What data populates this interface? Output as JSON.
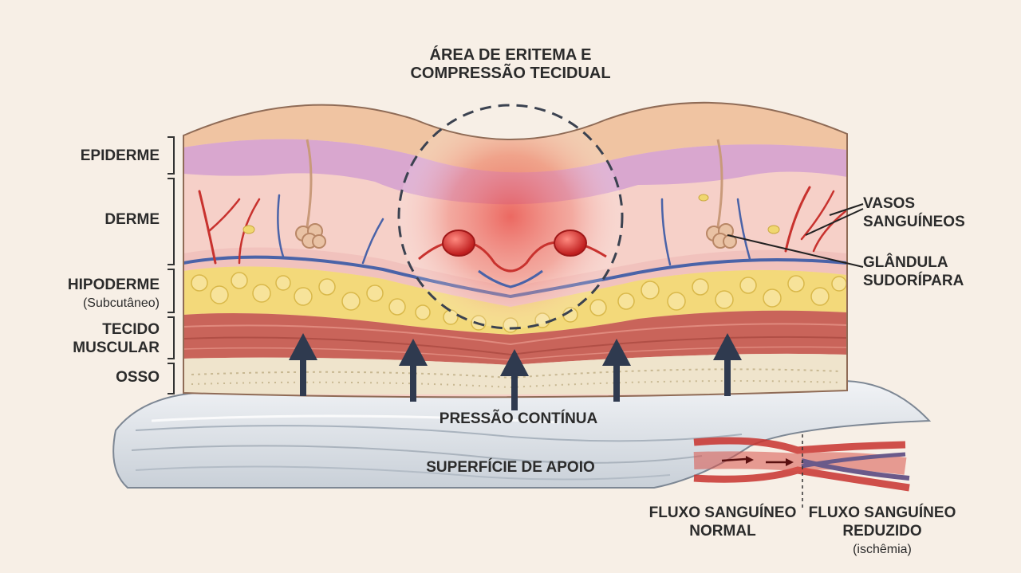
{
  "title": {
    "line1": "ÁREA DE ERITEMA E",
    "line2": "COMPRESSÃO TECIDUAL"
  },
  "layers": {
    "epiderme": "EPIDERME",
    "derme": "DERME",
    "hipoderme": "HIPODERME",
    "hipoderme_sub": "(Subcutâneo)",
    "muscular_1": "TECIDO",
    "muscular_2": "MUSCULAR",
    "osso": "OSSO"
  },
  "annotations": {
    "vasos_1": "VASOS",
    "vasos_2": "SANGUÍNEOS",
    "glandula_1": "GLÂNDULA",
    "glandula_2": "SUDORÍPARA",
    "pressao": "PRESSÃO CONTÍNUA",
    "superficie": "SUPERFÍCIE DE APOIO"
  },
  "flow": {
    "normal_1": "FLUXO SANGUÍNEO",
    "normal_2": "NORMAL",
    "reduzido_1": "FLUXO SANGUÍNEO",
    "reduzido_2": "REDUZIDO",
    "reduzido_sub": "(ischêmia)"
  },
  "colors": {
    "background": "#f7efe6",
    "skin_top": "#f0c4a2",
    "epidermis": "#d9a7cf",
    "dermis": "#f6d0c8",
    "fat": "#f3d97a",
    "muscle": "#c9645a",
    "bone": "#efe4cc",
    "artery": "#c8322e",
    "vein": "#4a63a8",
    "erythema": "#e65a55",
    "arrow": "#2f3a4f",
    "support": "#dfe4ea"
  }
}
